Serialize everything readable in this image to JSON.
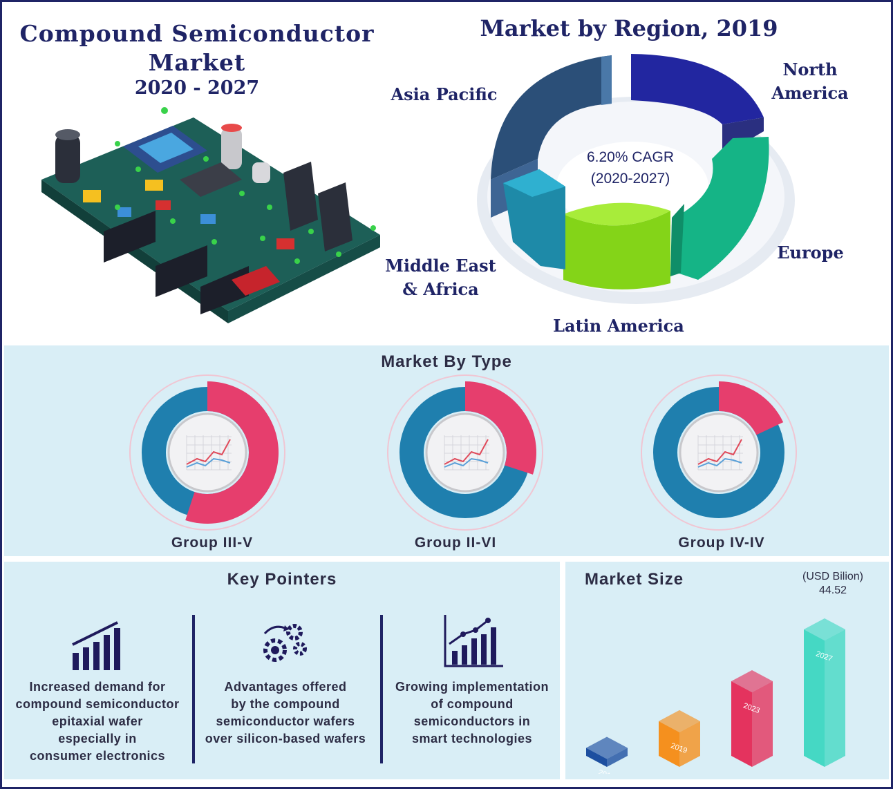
{
  "header": {
    "title": "Compound Semiconductor Market",
    "years": "2020 - 2027"
  },
  "region": {
    "title": "Market by Region, 2019",
    "cagr_line1": "6.20% CAGR",
    "cagr_line2": "(2020-2027)",
    "labels": {
      "north_america_1": "North",
      "north_america_2": "America",
      "asia_pacific": "Asia Pacific",
      "europe": "Europe",
      "mea_1": "Middle East",
      "mea_2": "& Africa",
      "latin_america": "Latin America"
    },
    "colors": {
      "north_america": "#2a2f9c",
      "asia_pacific": "#3b6a9a",
      "europe": "#18c08c",
      "mea": "#1e9ab8",
      "latin_america": "#8fd81c"
    }
  },
  "type": {
    "title": "Market By Type",
    "groups": [
      {
        "label": "Group III-V",
        "share": 0.55
      },
      {
        "label": "Group II-VI",
        "share": 0.3
      },
      {
        "label": "Group IV-IV",
        "share": 0.18
      }
    ],
    "colors": {
      "primary": "#e63e6d",
      "secondary": "#1f7fae"
    }
  },
  "key_pointers": {
    "title": "Key Pointers",
    "items": [
      {
        "icon": "bar-chart-icon",
        "lines": [
          "Increased demand for",
          "compound semiconductor",
          "epitaxial wafer",
          "especially in",
          "consumer electronics"
        ]
      },
      {
        "icon": "gears-icon",
        "lines": [
          "Advantages offered",
          "by the compound",
          "semiconductor wafers",
          "over silicon-based wafers"
        ]
      },
      {
        "icon": "growth-chart-icon",
        "lines": [
          "Growing implementation",
          "of compound",
          "semiconductors in",
          "smart technologies"
        ]
      }
    ]
  },
  "market_size": {
    "title": "Market Size",
    "unit": "(USD Bilion)",
    "value_label": "44.52",
    "chart_data": {
      "type": "bar",
      "categories": [
        "2016",
        "2019",
        "2023",
        "2027"
      ],
      "values": [
        9,
        17,
        29,
        44.52
      ],
      "colors": [
        "#1d4fa0",
        "#f5901e",
        "#e4335e",
        "#45d8c4"
      ]
    }
  }
}
